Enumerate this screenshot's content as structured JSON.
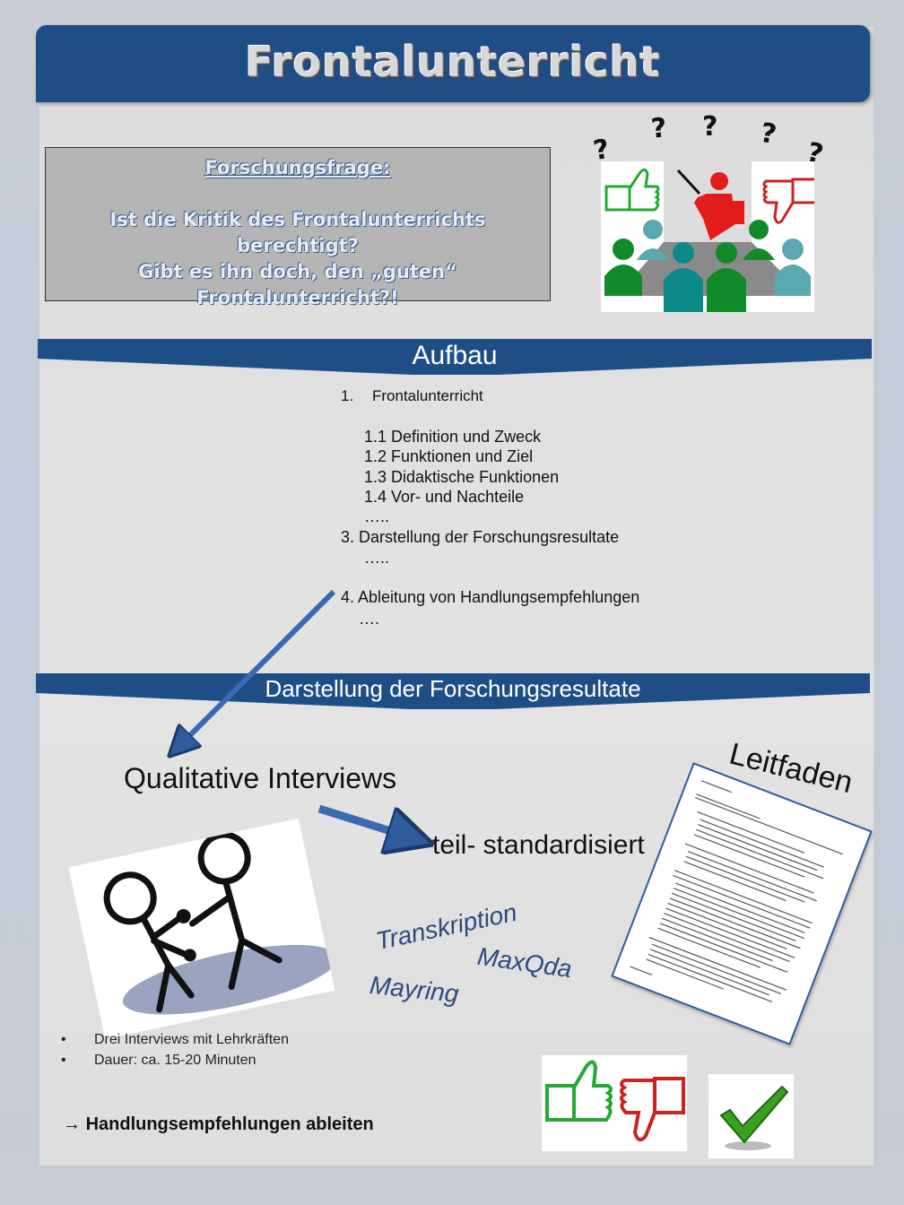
{
  "title": "Frontalunterricht",
  "research_question": {
    "heading": "Forschungsfrage:",
    "line1": "Ist die Kritik des Frontalunterrichts berechtigt?",
    "line2": "Gibt es ihn doch, den „guten“",
    "line3": "Frontalunterricht?!"
  },
  "question_marks": [
    "?",
    "?",
    "?",
    "?",
    "?"
  ],
  "aufbau": {
    "heading": "Aufbau",
    "items": [
      {
        "num": "1.",
        "text": "Frontalunterricht"
      },
      {
        "text": "1.1 Definition und Zweck"
      },
      {
        "text": "1.2 Funktionen und Ziel"
      },
      {
        "text": "1.3 Didaktische Funktionen"
      },
      {
        "text": "1.4 Vor- und Nachteile"
      },
      {
        "text": "….."
      },
      {
        "text": "3. Darstellung der Forschungsresultate"
      },
      {
        "text": "….."
      },
      {
        "text": "4. Ableitung von Handlungsempfehlungen"
      },
      {
        "text": "…."
      }
    ]
  },
  "results": {
    "heading": "Darstellung der Forschungsresultate",
    "method": "Qualitative Interviews",
    "type": "teil- standardisiert",
    "keywords": [
      "Transkription",
      "MaxQda",
      "Mayring"
    ],
    "guide_label": "Leitfaden",
    "bullets": [
      "Drei Interviews mit Lehrkräften",
      "Dauer: ca. 15-20 Minuten"
    ],
    "bullet_symbol": "•",
    "conclusion_arrow": "→",
    "conclusion": "Handlungsempfehlungen ableiten"
  },
  "colors": {
    "accent": "#1f4e87",
    "thumb_up": "#22aa33",
    "thumb_down": "#cc2222",
    "check": "#3aa020"
  },
  "icons": [
    "question-mark-icon",
    "thumbs-up-icon",
    "thumbs-down-icon",
    "teacher-icon",
    "audience-icon",
    "stick-figures-icon",
    "document-icon",
    "checkmark-icon",
    "arrow-icon"
  ]
}
